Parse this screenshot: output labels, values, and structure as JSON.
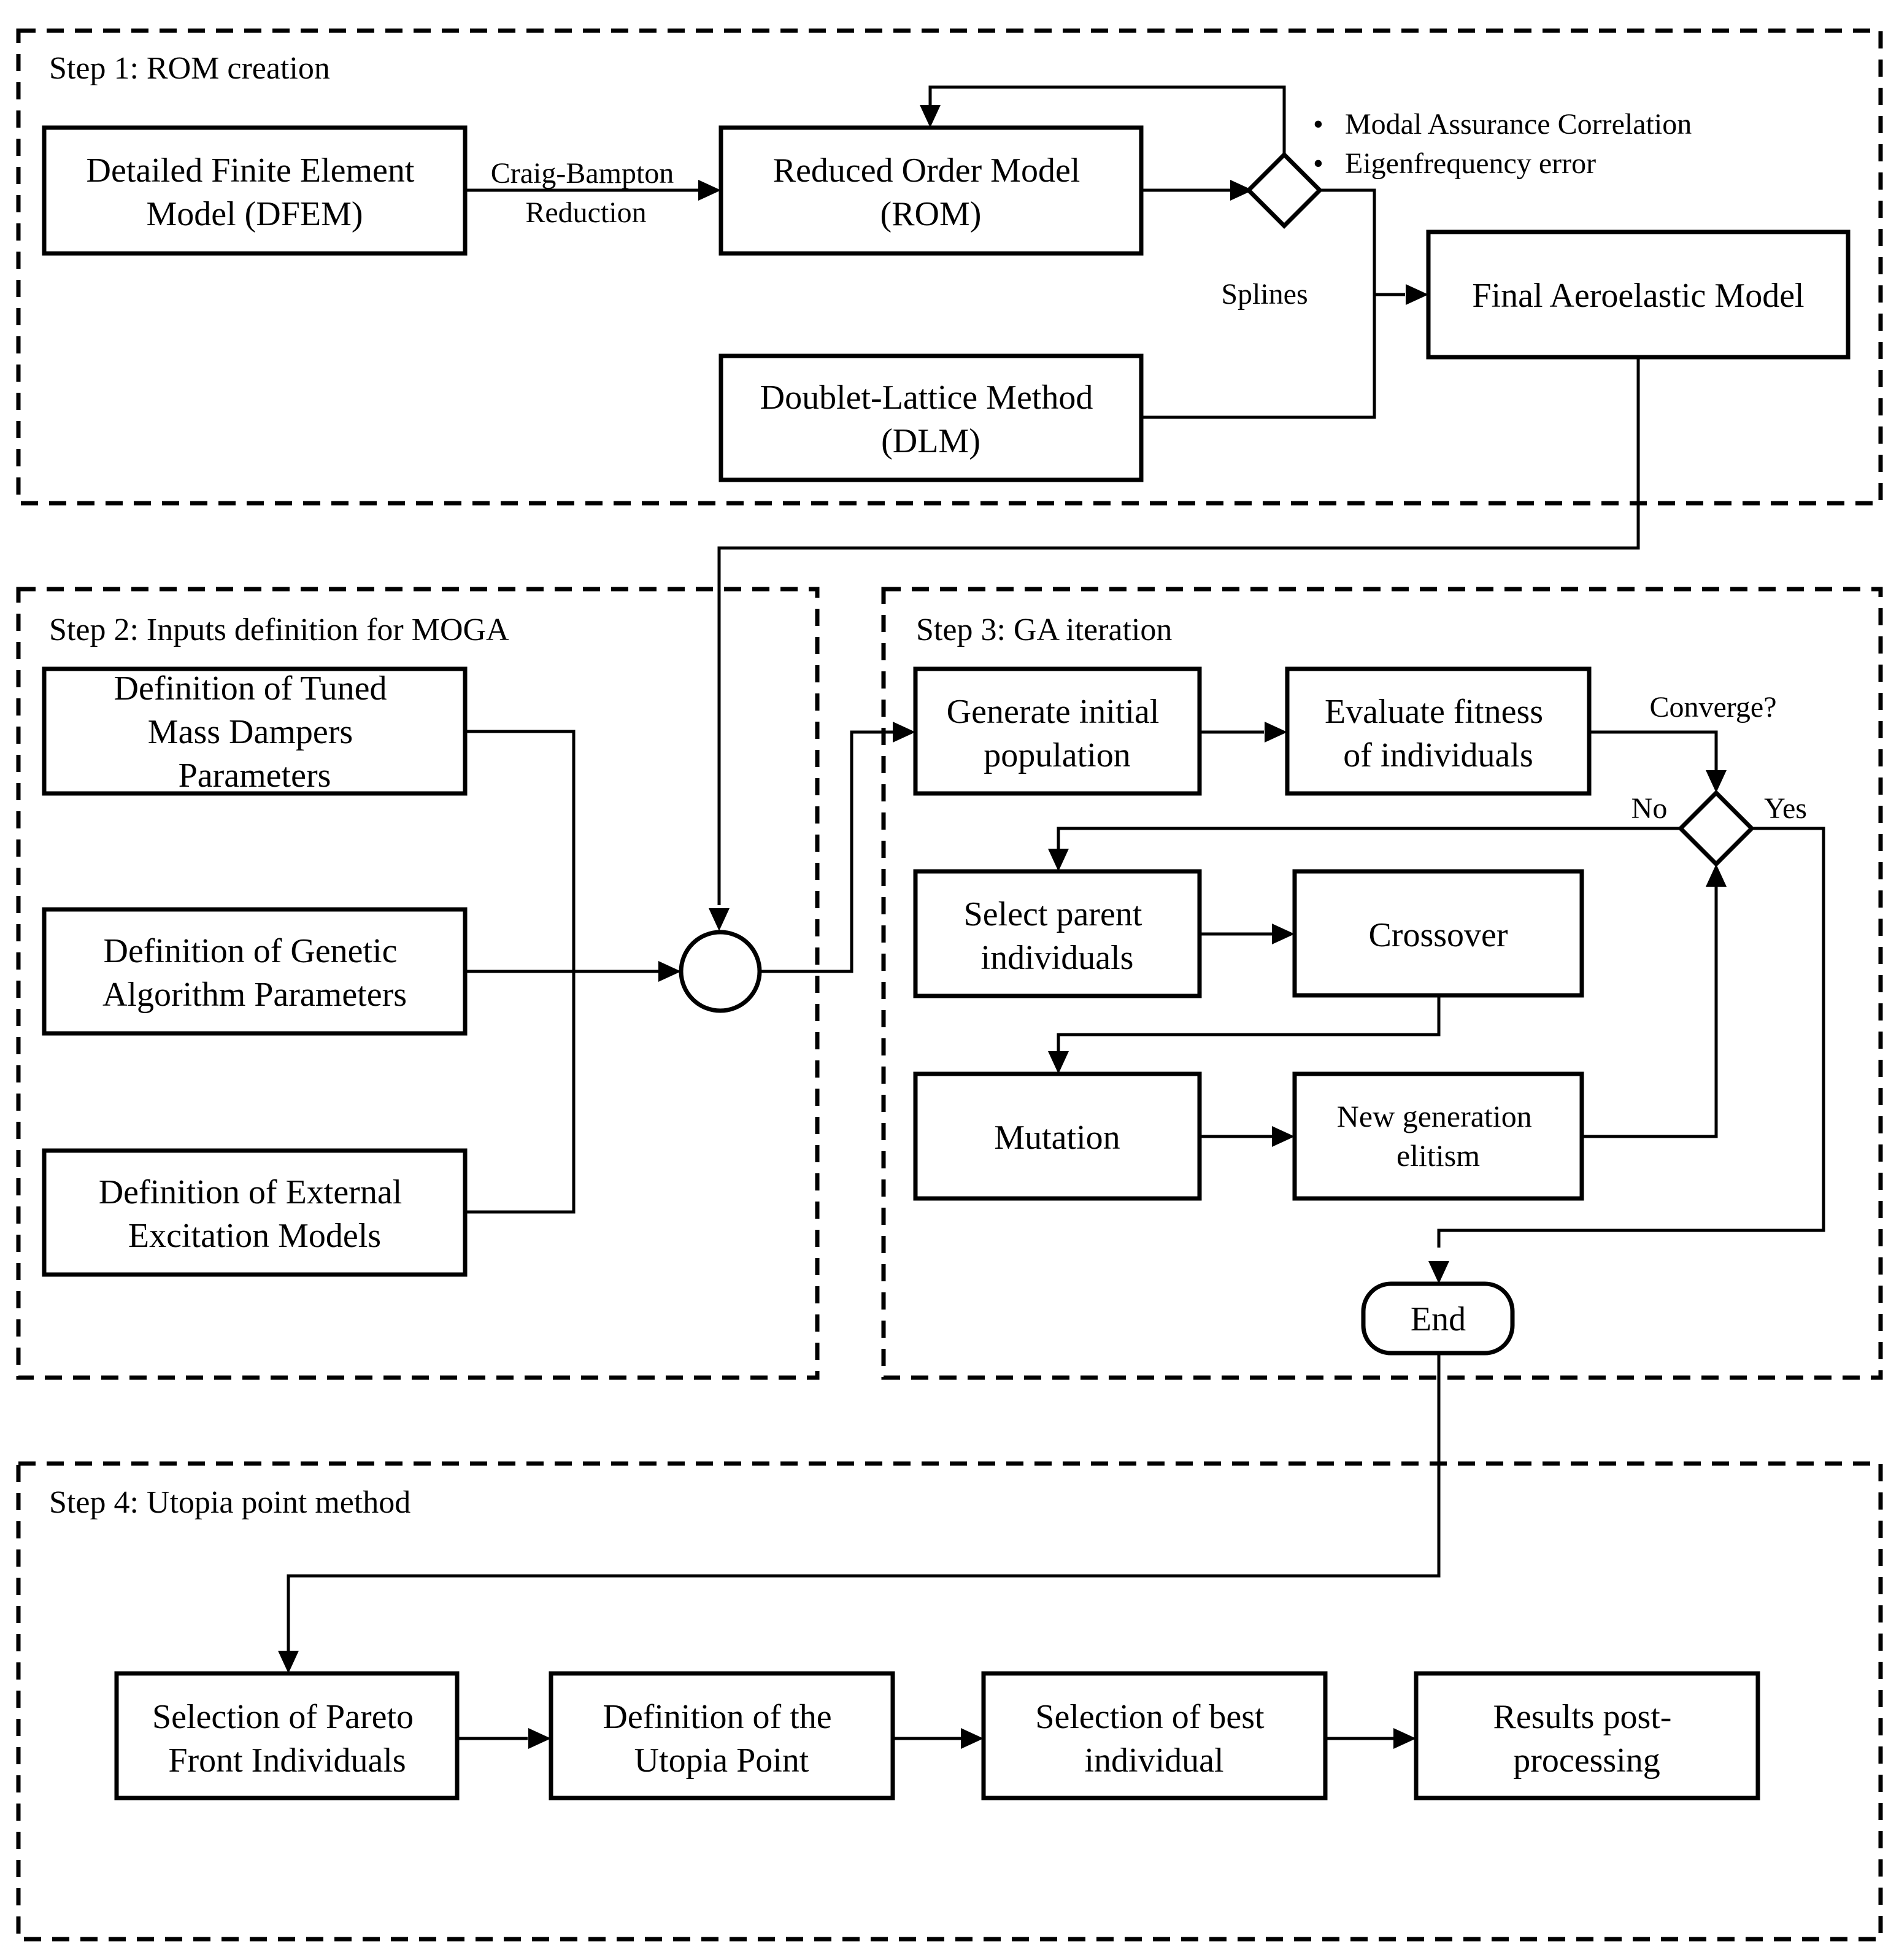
{
  "steps": {
    "step1": "Step 1: ROM creation",
    "step2": "Step 2: Inputs definition for MOGA",
    "step3": "Step 3: GA iteration",
    "step4": "Step 4: Utopia point method"
  },
  "nodes": {
    "dfem": [
      "Detailed Finite Element",
      "Model (DFEM)"
    ],
    "rom": [
      "Reduced Order Model",
      "(ROM)"
    ],
    "dlm": [
      "Doublet-Lattice Method",
      "(DLM)"
    ],
    "final_model": [
      "Final Aeroelastic Model"
    ],
    "tmd_params": [
      "Definition of Tuned",
      "Mass Dampers",
      "Parameters"
    ],
    "ga_params": [
      "Definition of Genetic",
      "Algorithm Parameters"
    ],
    "excitation": [
      "Definition of External",
      "Excitation Models"
    ],
    "init_pop": [
      "Generate initial",
      "population"
    ],
    "eval_fitness": [
      "Evaluate fitness",
      "of individuals"
    ],
    "select_parent": [
      "Select parent",
      "individuals"
    ],
    "crossover": [
      "Crossover"
    ],
    "mutation": [
      "Mutation"
    ],
    "new_gen": [
      "New generation",
      "elitism"
    ],
    "end": [
      "End"
    ],
    "pareto": [
      "Selection of Pareto",
      "Front Individuals"
    ],
    "utopia": [
      "Definition of the",
      "Utopia Point"
    ],
    "best": [
      "Selection of best",
      "individual"
    ],
    "post": [
      "Results post-",
      "processing"
    ]
  },
  "labels": {
    "craig_bampton": [
      "Craig-Bampton",
      "Reduction"
    ],
    "splines": "Splines",
    "criteria": [
      "Modal Assurance Correlation",
      "Eigenfrequency error"
    ],
    "bullet": "•",
    "converge": "Converge?",
    "no": "No",
    "yes": "Yes"
  }
}
